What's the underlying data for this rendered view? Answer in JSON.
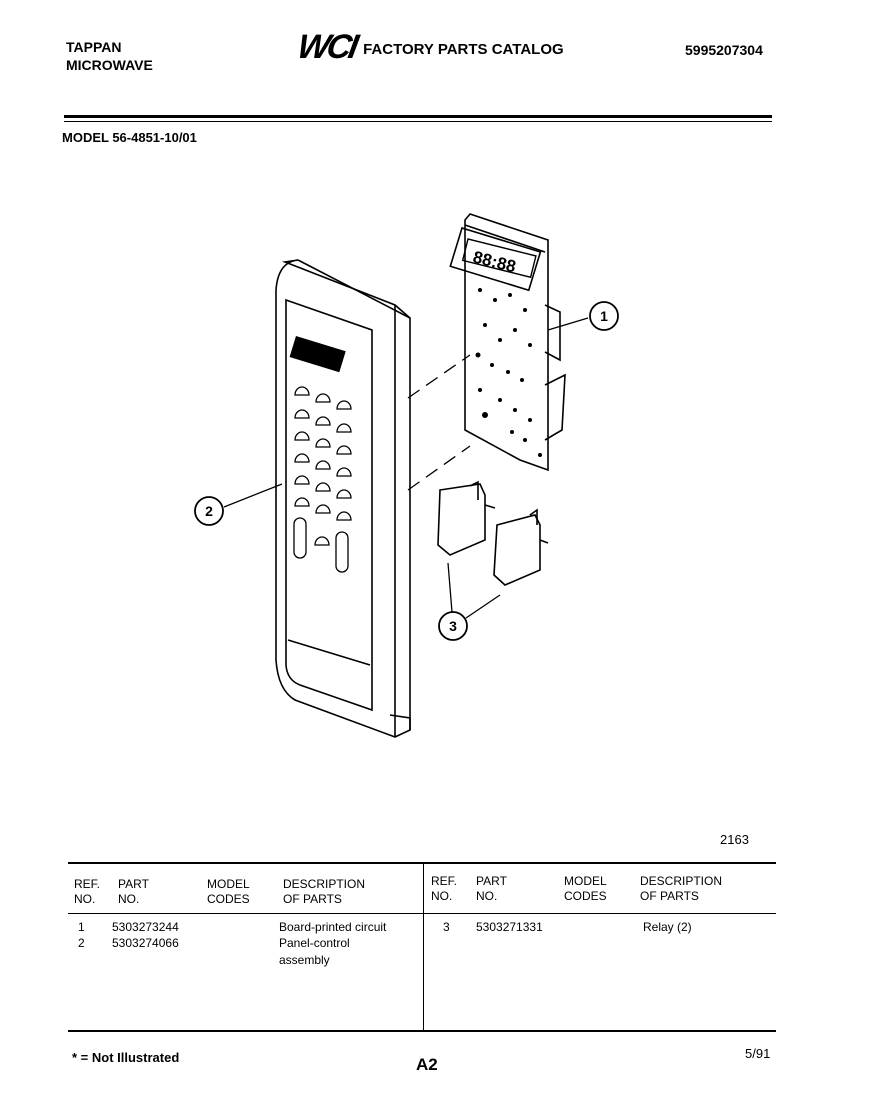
{
  "header": {
    "brand_line1": "TAPPAN",
    "brand_line2": "MICROWAVE",
    "logo": "WCI",
    "catalog_title": "FACTORY PARTS CATALOG",
    "catalog_number": "5995207304"
  },
  "model_label": "MODEL 56-4851-10/01",
  "diagram": {
    "callouts": [
      "1",
      "2",
      "3"
    ],
    "display_digits": "88:88",
    "figure_number": "2163"
  },
  "table": {
    "headers_left": {
      "ref1": "REF.",
      "ref2": "NO.",
      "part1": "PART",
      "part2": "NO.",
      "model1": "MODEL",
      "model2": "CODES",
      "desc1": "DESCRIPTION",
      "desc2": "OF PARTS"
    },
    "headers_right": {
      "ref1": "REF.",
      "ref2": "NO.",
      "part1": "PART",
      "part2": "NO.",
      "model1": "MODEL",
      "model2": "CODES",
      "desc1": "DESCRIPTION",
      "desc2": "OF PARTS"
    },
    "rows_left": [
      {
        "ref": "1",
        "part": "5303273244",
        "desc": "Board-printed circuit"
      },
      {
        "ref": "2",
        "part": "5303274066",
        "desc": "Panel-control",
        "desc2": "assembly"
      }
    ],
    "rows_right": [
      {
        "ref": "3",
        "part": "5303271331",
        "desc": "Relay (2)"
      }
    ]
  },
  "footer": {
    "note": "* = Not Illustrated",
    "page": "A2",
    "date": "5/91"
  }
}
